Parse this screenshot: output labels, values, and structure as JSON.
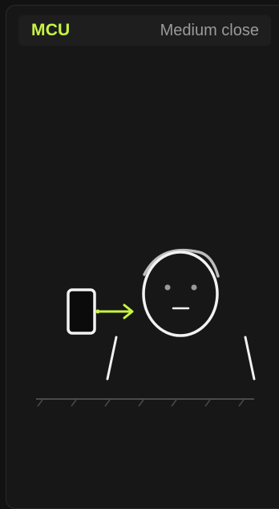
{
  "shot": {
    "code": "MCU",
    "description": "Medium close",
    "accent_color": "#c8f542"
  },
  "illustration": {
    "subject": "person-head-and-shoulders",
    "camera_icon": "phone-camera-icon",
    "direction_icon": "arrow-right-icon",
    "ground_icon": "floor-line-icon"
  }
}
